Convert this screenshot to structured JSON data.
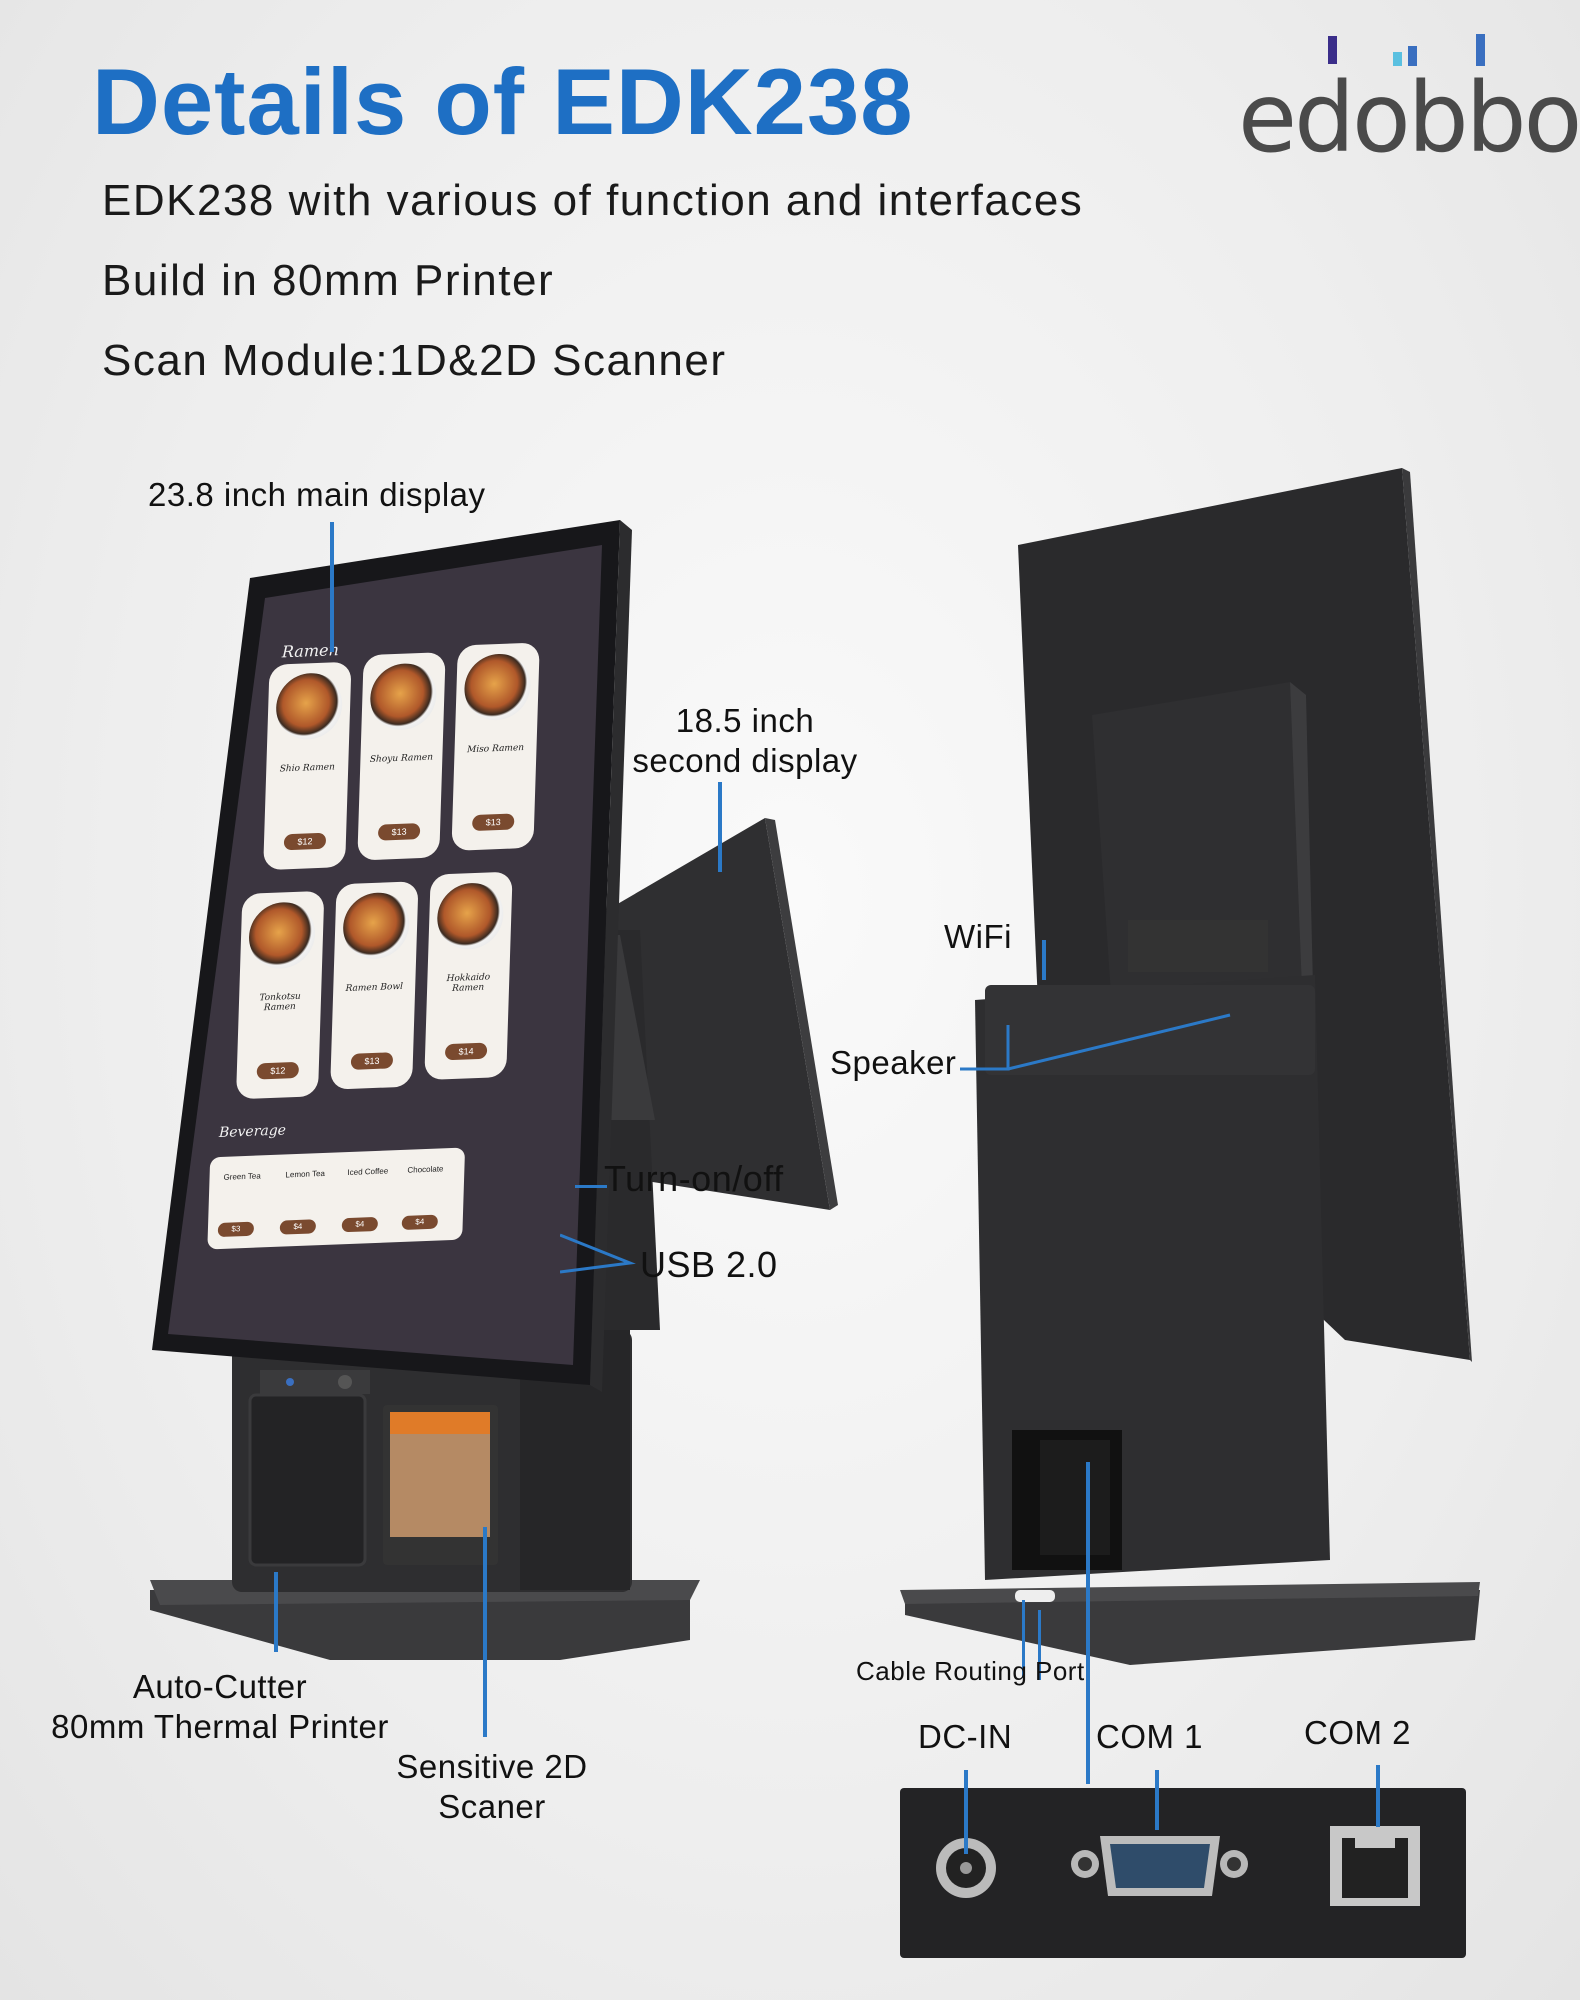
{
  "header": {
    "title": "Details of EDK238",
    "logo_text": "edobbo",
    "features": [
      "EDK238 with various of function and interfaces",
      "Build in 80mm Printer",
      "Scan Module:1D&2D Scanner"
    ]
  },
  "callouts": {
    "main_display": "23.8 inch main display",
    "second_display_line1": "18.5 inch",
    "second_display_line2": "second display",
    "power": "Turn-on/off",
    "usb": "USB 2.0",
    "printer_line1": "Auto-Cutter",
    "printer_line2": "80mm Thermal Printer",
    "scanner_line1": "Sensitive 2D",
    "scanner_line2": "Scaner",
    "wifi": "WiFi",
    "speaker": "Speaker",
    "cable_port": "Cable Routing Port",
    "dc_in": "DC-IN",
    "com1": "COM 1",
    "com2": "COM 2"
  },
  "screen_menu": {
    "section_ramen": "Ramen",
    "section_beverage": "Beverage",
    "items": [
      "Shio Ramen",
      "Shoyu Ramen",
      "Miso Ramen",
      "Tonkotsu Ramen",
      "Ramen Bowl",
      "Hokkaido Ramen"
    ],
    "prices": [
      "$12",
      "$13",
      "$13",
      "$12",
      "$13",
      "$14"
    ],
    "beverages": [
      "Green Tea",
      "Lemon Tea",
      "Iced Coffee",
      "Chocolate"
    ],
    "beverage_prices": [
      "$3",
      "$4",
      "$4",
      "$4"
    ]
  },
  "colors": {
    "title_blue": "#1e6fc4",
    "leader_blue": "#2b79c7",
    "device_body": "#2b2b2d",
    "logo_accent": "#3a6fc0"
  }
}
